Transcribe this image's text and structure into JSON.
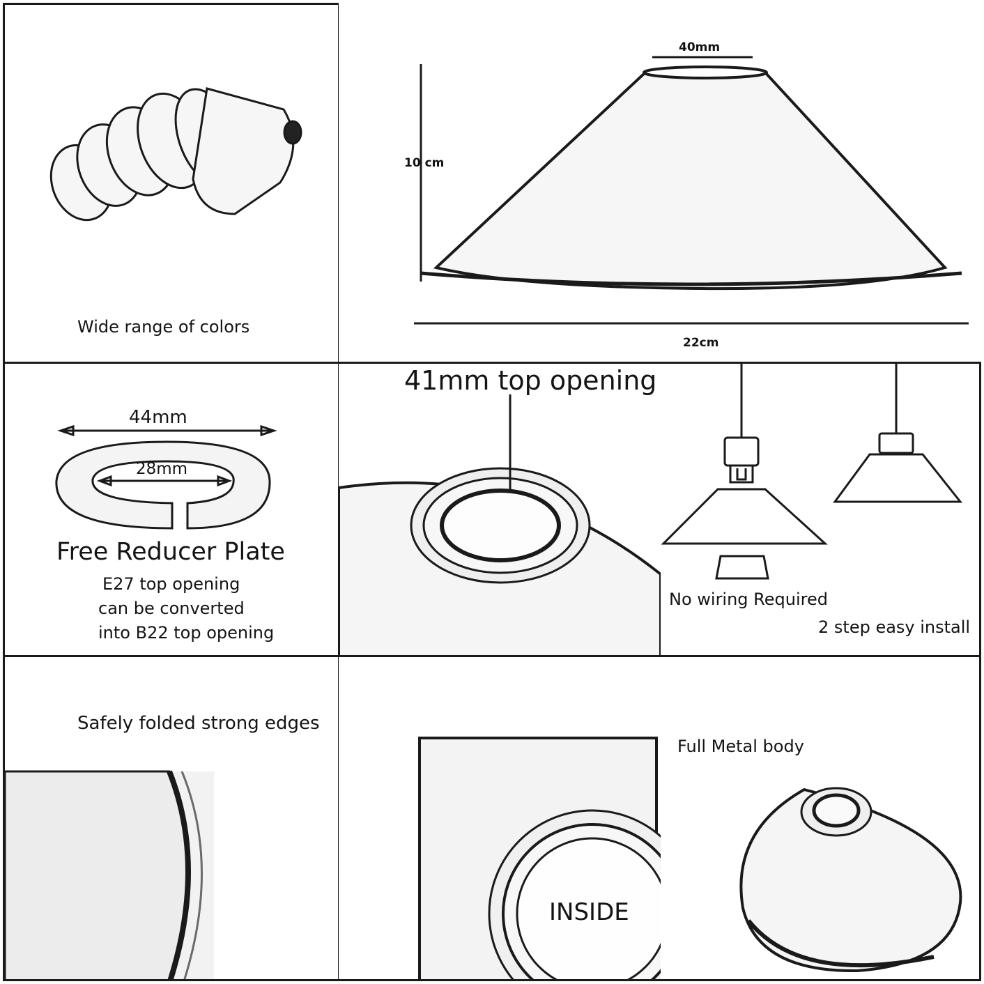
{
  "panels": {
    "colors": {
      "caption": "Wide range of colors"
    },
    "dimensions": {
      "top_width_label": "40mm",
      "height_label": "10 cm",
      "bottom_width_label": "22cm"
    },
    "reducer": {
      "outer_label": "44mm",
      "inner_label": "28mm",
      "title": "Free Reducer Plate",
      "line1": "E27 top opening",
      "line2": "can be converted",
      "line3": "into B22 top opening"
    },
    "opening": {
      "label": "41mm top opening"
    },
    "install": {
      "line1": "No wiring Required",
      "line2": "2 step easy install"
    },
    "edges": {
      "caption": "Safely folded strong edges"
    },
    "inside": {
      "label": "INSIDE"
    },
    "metal": {
      "caption": "Full Metal body"
    }
  },
  "colors": {
    "line": "#1a1a1a",
    "paper": "#ffffff",
    "shade": "#f4f4f4"
  }
}
